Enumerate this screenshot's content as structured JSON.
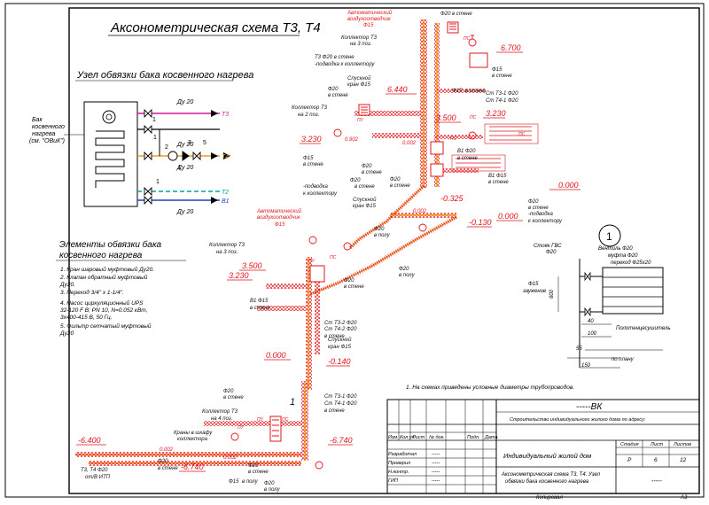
{
  "title": "Аксонометрическая схема Т3, Т4",
  "boiler_node": {
    "title": "Узел обвязки бака косвенного нагрева",
    "tank_label": [
      "Бак",
      "косвенного",
      "нагрева",
      "(см. \"ОВиК\")"
    ],
    "pipe_labels": [
      "Т3",
      "Т4",
      "Т2",
      "В1"
    ],
    "dn_labels": [
      "Ду 20",
      "Ду 20",
      "Ду 20",
      "Ду 20"
    ],
    "callouts": [
      "1",
      "1",
      "1",
      "2",
      "3",
      "4",
      "5",
      "1"
    ]
  },
  "elements": {
    "title": [
      "Элементы обвязки бака",
      "косвенного нагрева"
    ],
    "items": [
      "1.  Кран шаровый муфтовый Ду20.",
      "2.  Клапан обратный муфтовый",
      "     Ду20.",
      "3.  Переход 3/4\" х 1-1/4\".",
      "4.  Насос циркуляционный UPS",
      "     32-120 F В; PN 10, N=0.052 кВт,",
      "     3х400-415 В, 50 Гц.",
      "5.  Фильтр сетчатый муфтовый",
      "     Ду20"
    ]
  },
  "detail": {
    "number": "1",
    "labels": [
      "Стояк ГВС",
      "Ф20",
      "Вентиль Ф20",
      "муфта Ф20",
      "переход Ф25х20",
      "Ф15",
      "заужение",
      "Полотенцесушитель",
      "по плану"
    ],
    "dims": [
      "600",
      "40",
      "100",
      "55",
      "150"
    ]
  },
  "note": "1.      На схемах приведены условные диаметры трубопроводов.",
  "levels": [
    "6.700",
    "6.440",
    "3.500",
    "3.230",
    "0.000",
    "-0.130",
    "-0.325",
    "3.500",
    "3.230",
    "0.000",
    "-0.140",
    "-6.400",
    "-6.740",
    "-6.740",
    "0.902",
    "0.002",
    "0.002",
    "0.002",
    "0.002"
  ],
  "labels": {
    "air_vent_top": [
      "Автоматический",
      "воздухоотводчик",
      "Ф15"
    ],
    "air_vent_mid": [
      "Автоматический",
      "воздухоотводчик",
      "Ф15"
    ],
    "floor3_top": [
      "Коллектор Т3",
      "на 3 поз."
    ],
    "floor3_mid": [
      "Коллектор Т3",
      "на 3 поз."
    ],
    "floor2": [
      "Коллектор Т3",
      "на 2 поз."
    ],
    "floor4": [
      "Коллектор Т3",
      "на 4 поз."
    ],
    "to_collector": [
      "Т3 Ф20  в стене",
      "-подводка к коллектору"
    ],
    "drain": [
      "Спускной",
      "кран Ф15"
    ],
    "riser_a": [
      "Ст Т3-1 Ф20",
      "Ст Т4-1 Ф20"
    ],
    "riser_b": [
      "Ст Т3-2 Ф20",
      "Ст Т4-2 Ф20"
    ],
    "riser_c": [
      "Ст Т3-1 Ф20",
      "Ст Т4-1 Ф20"
    ],
    "wall": "в стене",
    "floor": "в полу",
    "phi20": "Ф20",
    "phi15": "Ф15",
    "b1_phi15": "В1 Ф15",
    "b1_phi20": "В1 Ф20",
    "cabinet": [
      "Краны в шкафу",
      "коллектора"
    ],
    "itp": [
      "Т3, Т4 Ф20",
      "от/В ИТП"
    ],
    "pc": "ПС",
    "pu": "ПУ",
    "pc_mid": [
      "Ф20",
      "в стене",
      "-подводка",
      "к коллектору"
    ],
    "label_1": "1"
  },
  "stamp": {
    "code": "-----ВК",
    "object": "Строительство индивидуального жилого дома по адресу:",
    "building": "Индивидуальный жилой дом",
    "sheet_title": [
      "Аксонометрическая схема Т3, Т4. Узел",
      "обвязки бака косвенного нагрева"
    ],
    "headers": [
      "Изм.",
      "Кол.уч",
      "Лист",
      "№ док.",
      "Подп.",
      "Дата"
    ],
    "roles": [
      "Разработал",
      "Проверил",
      "Н.контр.",
      "ГИП"
    ],
    "dashes": "-----",
    "stage_header": "Стадия",
    "sheet_header": "Лист",
    "sheets_header": "Листов",
    "stage": "Р",
    "sheet": "6",
    "sheets": "12",
    "copied": "Копировал",
    "format": "А3"
  },
  "colors": {
    "red": "#e0141b",
    "orange": "#f39c12",
    "magenta": "#d6179a",
    "teal": "#00a3a3",
    "blue": "#1f3fbf"
  }
}
